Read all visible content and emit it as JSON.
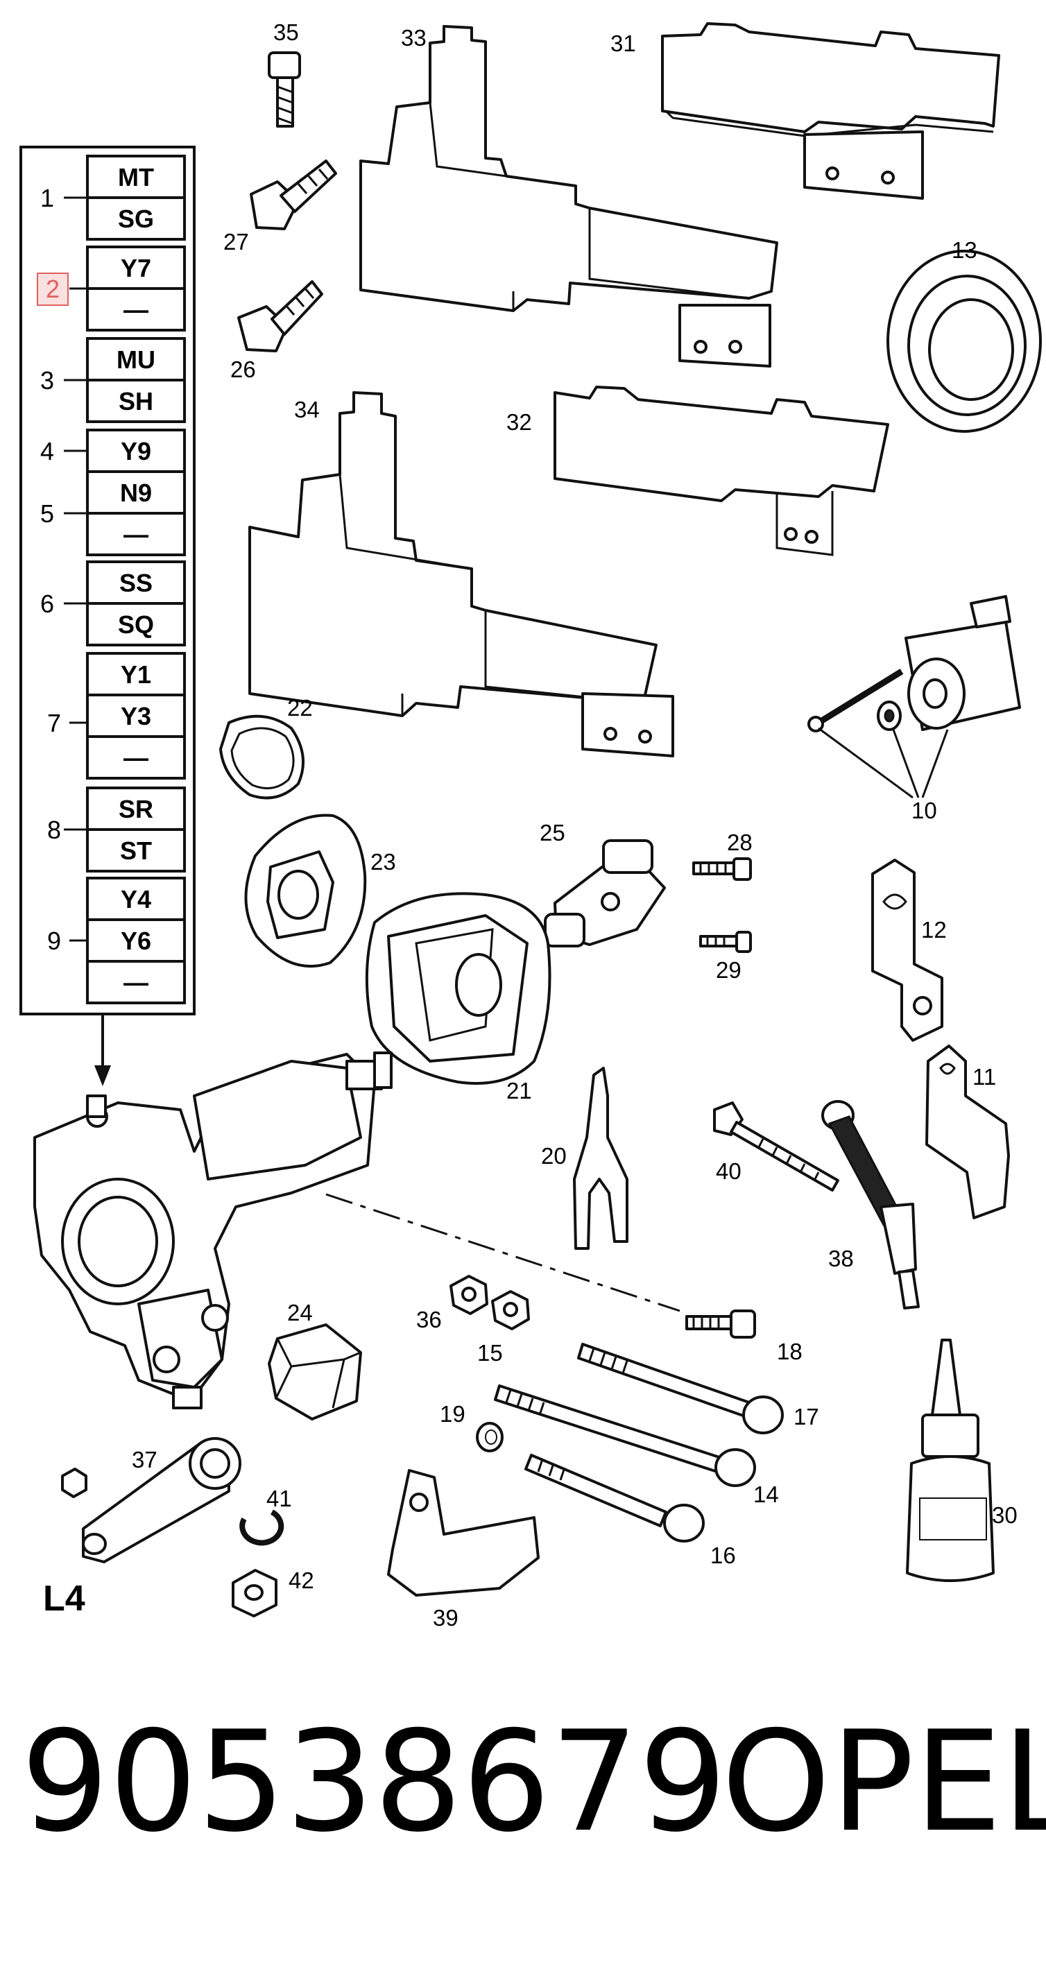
{
  "variant_table": {
    "rows": [
      {
        "row": "1",
        "codes": [
          "MT",
          "SG"
        ]
      },
      {
        "row": "2",
        "codes": [
          "Y7",
          "—"
        ],
        "highlighted": true
      },
      {
        "row": "3",
        "codes": [
          "MU",
          "SH"
        ]
      },
      {
        "row": "4",
        "codes": [
          "Y9"
        ]
      },
      {
        "row": "5",
        "codes": [
          "N9",
          "—"
        ]
      },
      {
        "row": "6",
        "codes": [
          "SS",
          "SQ"
        ]
      },
      {
        "row": "7",
        "codes": [
          "Y1",
          "Y3",
          "—"
        ]
      },
      {
        "row": "8",
        "codes": [
          "SR",
          "ST"
        ]
      },
      {
        "row": "9",
        "codes": [
          "Y4",
          "Y6",
          "—"
        ]
      }
    ],
    "highlight_color": "#e06060"
  },
  "callouts": {
    "c35": "35",
    "c33": "33",
    "c31": "31",
    "c27": "27",
    "c13": "13",
    "c26": "26",
    "c34": "34",
    "c32": "32",
    "c22": "22",
    "c10": "10",
    "c25": "25",
    "c28": "28",
    "c23": "23",
    "c12": "12",
    "c29": "29",
    "c21": "21",
    "c11": "11",
    "c20": "20",
    "c40": "40",
    "c38": "38",
    "c24": "24",
    "c36": "36",
    "c15": "15",
    "c18": "18",
    "c17": "17",
    "c19": "19",
    "c14": "14",
    "c37": "37",
    "c41": "41",
    "c16": "16",
    "c30": "30",
    "c42": "42",
    "c39": "39"
  },
  "section_label": "L4",
  "part_number": "90538679",
  "brand": "OPEL"
}
